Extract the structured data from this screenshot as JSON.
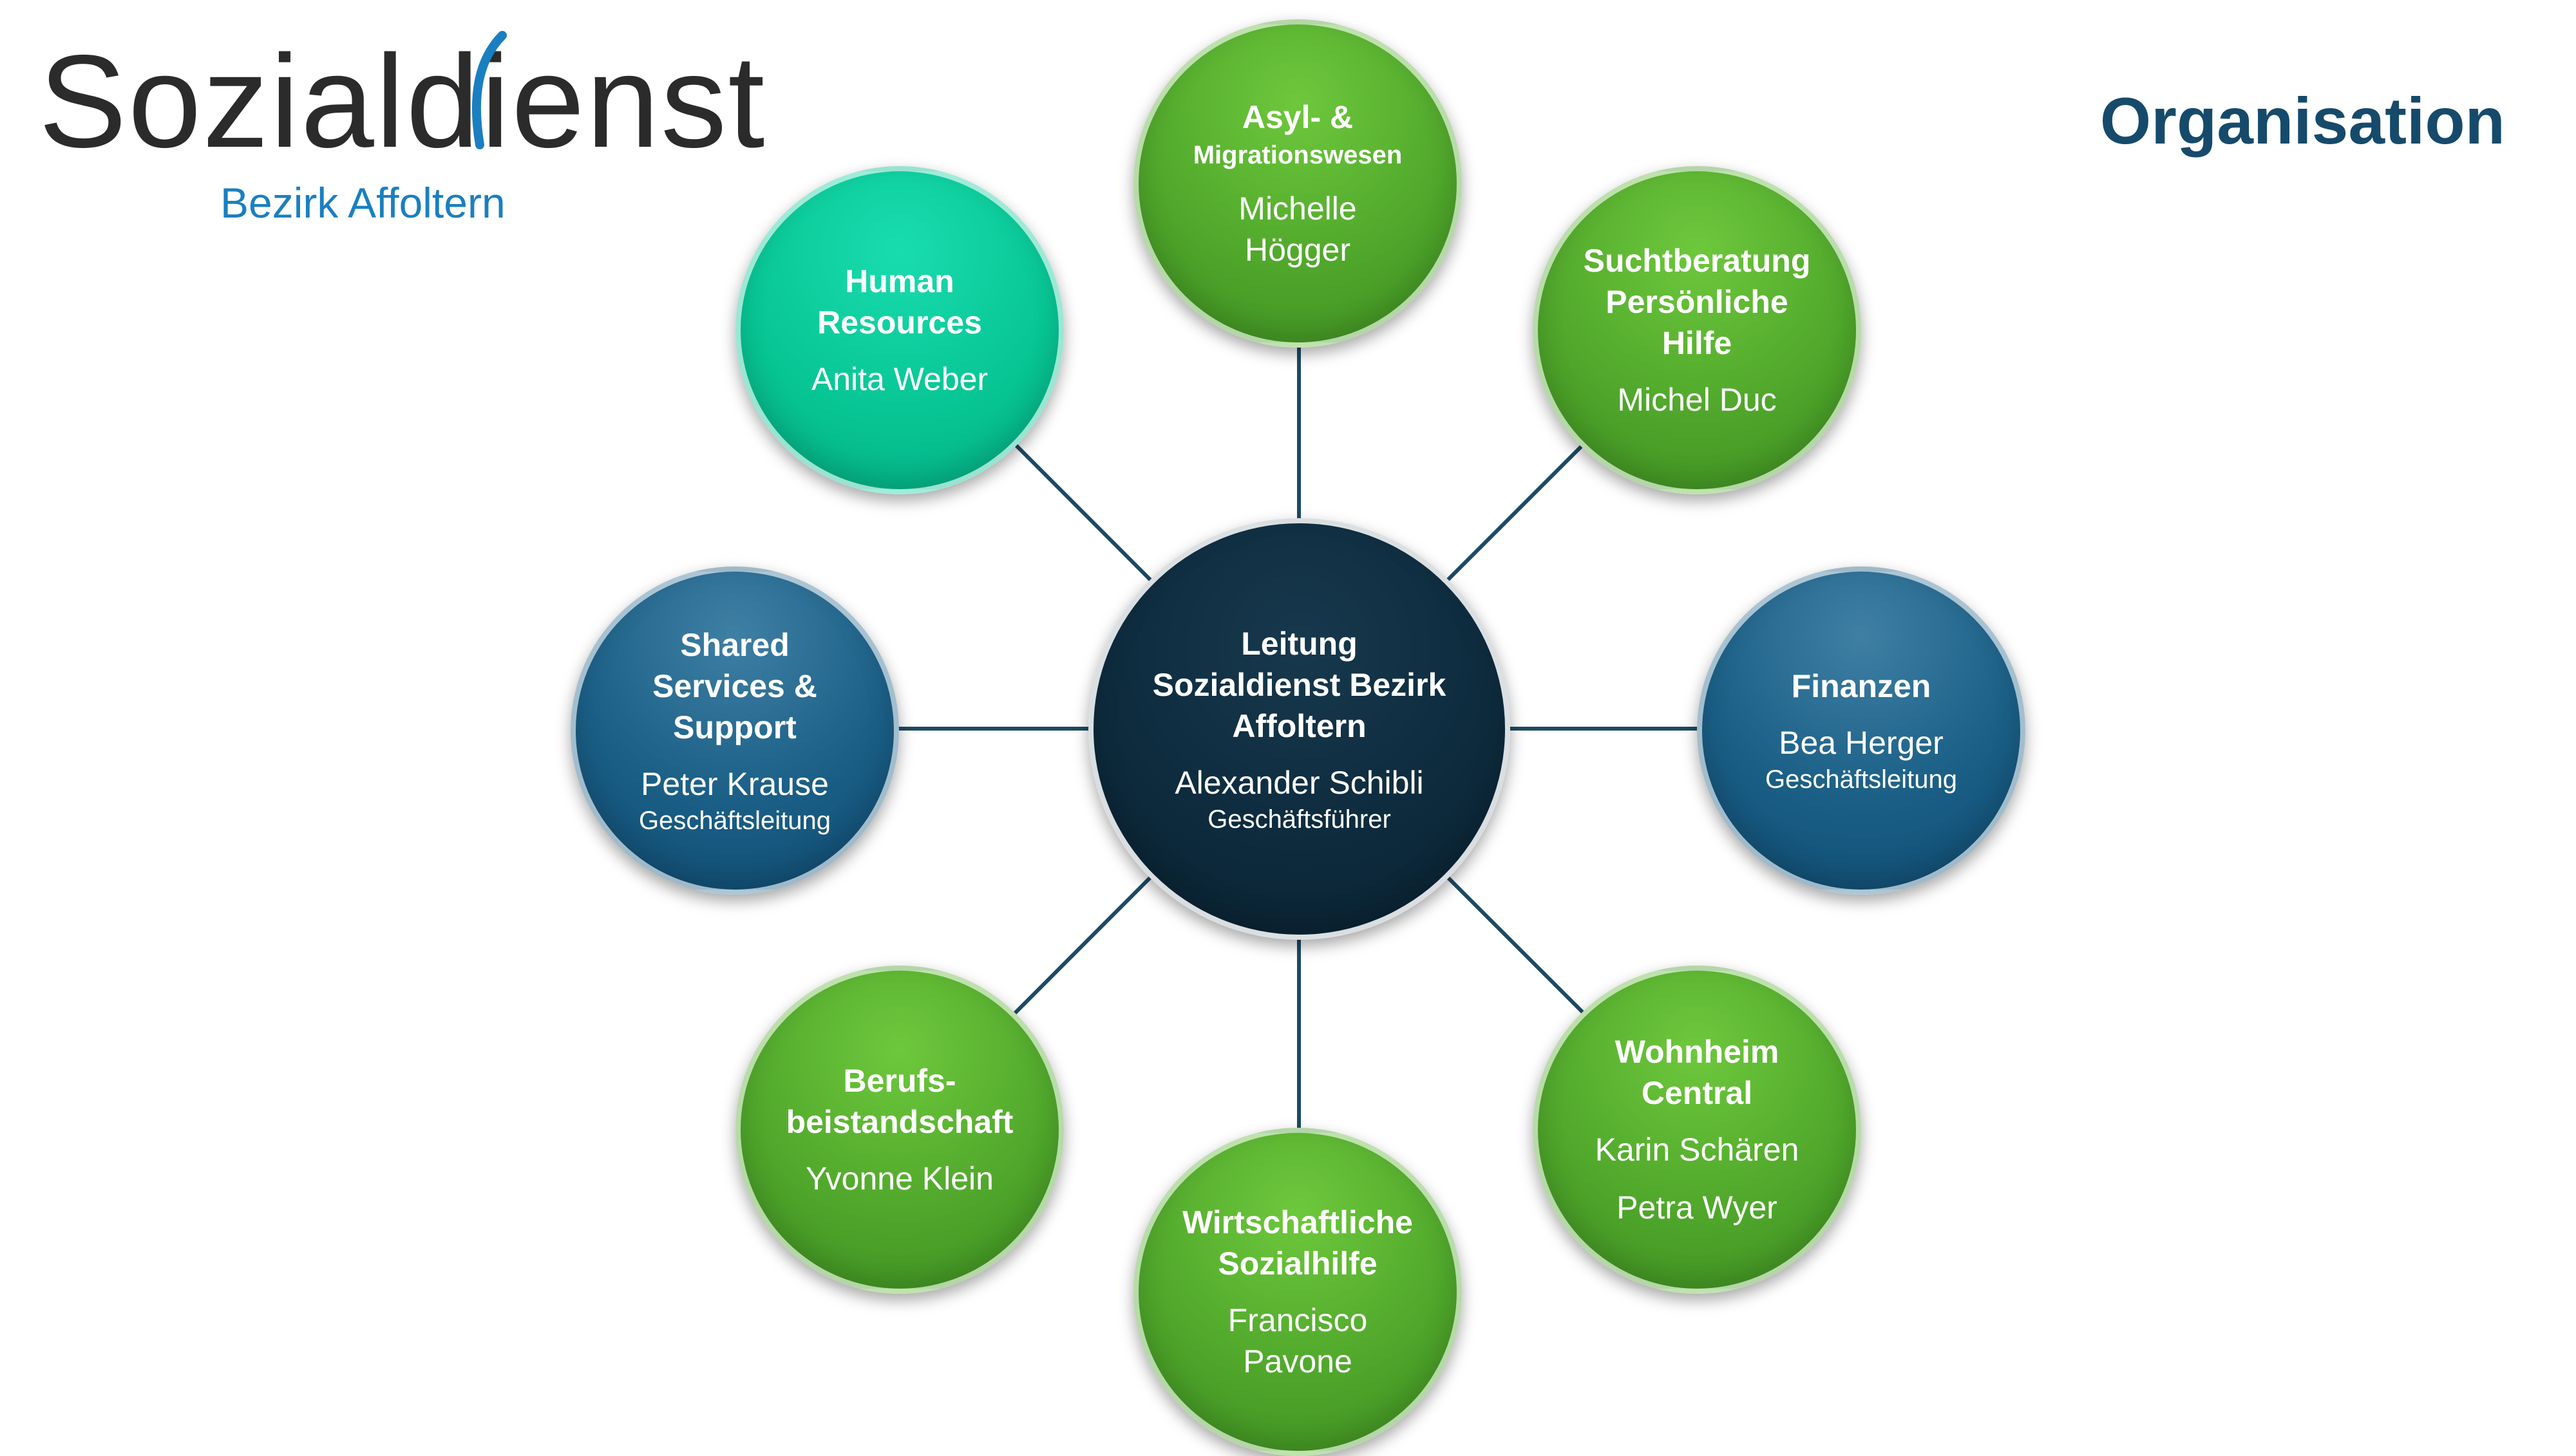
{
  "logo": {
    "name_part1": "Sozial",
    "name_part2": "dienst",
    "subtitle": "Bezirk Affoltern"
  },
  "page_title": "Organisation",
  "center": {
    "title": "Leitung\nSozialdienst Bezirk\nAffoltern",
    "name": "Alexander Schibli",
    "role": "Geschäftsführer"
  },
  "units": {
    "asyl": {
      "title_line1": "Asyl- &",
      "title_line2": "Migrationswesen",
      "name": "Michelle\nHögger"
    },
    "sucht": {
      "title": "Suchtberatung\nPersönliche\nHilfe",
      "name": "Michel Duc"
    },
    "finanzen": {
      "title": "Finanzen",
      "name": "Bea Herger",
      "role": "Geschäftsleitung"
    },
    "wohnheim": {
      "title": "Wohnheim\nCentral",
      "name": "Karin Schären",
      "name2": "Petra Wyer"
    },
    "wirtschaftliche": {
      "title": "Wirtschaftliche\nSozialhilfe",
      "name": "Francisco\nPavone"
    },
    "berufs": {
      "title": "Berufs-\nbeistandschaft",
      "name": "Yvonne Klein"
    },
    "shared": {
      "title": "Shared\nServices &\nSupport",
      "name": "Peter Krause",
      "role": "Geschäftsleitung"
    },
    "hr": {
      "title": "Human\nResources",
      "name": "Anita Weber"
    }
  },
  "colors": {
    "green": "#4ea52a",
    "teal": "#07c493",
    "blue": "#1b5f86",
    "center": "#0d2a3c",
    "connector": "#1d4a63",
    "title": "#164a6b",
    "logo_accent": "#1a7fc0"
  }
}
